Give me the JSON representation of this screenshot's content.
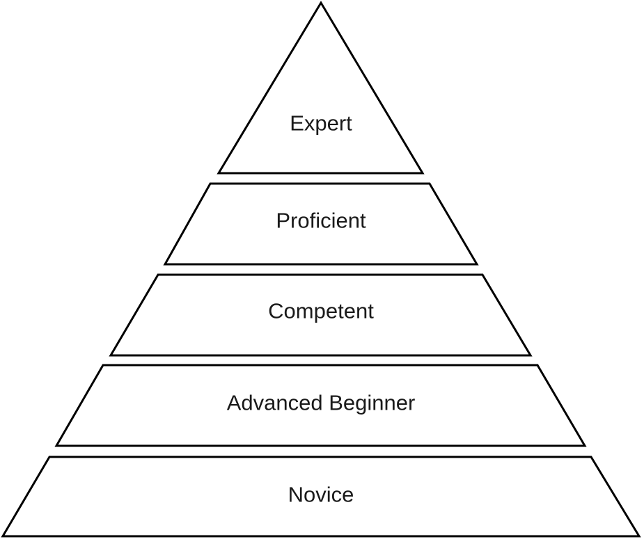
{
  "pyramid": {
    "levels": [
      {
        "label": "Expert"
      },
      {
        "label": "Proficient"
      },
      {
        "label": "Competent"
      },
      {
        "label": "Advanced Beginner"
      },
      {
        "label": "Novice"
      }
    ]
  }
}
